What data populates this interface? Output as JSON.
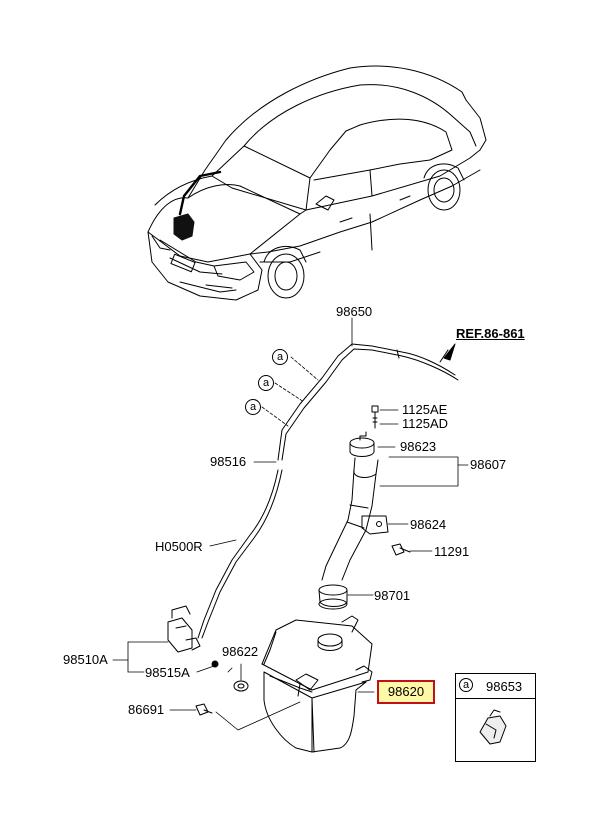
{
  "reference": "REF.86-861",
  "highlighted_part": "98620",
  "legend": {
    "symbol": "a",
    "part_number": "98653"
  },
  "callout_symbol": "a",
  "parts": {
    "p98650": "98650",
    "p1125AE": "1125AE",
    "p1125AD": "1125AD",
    "p98623": "98623",
    "p98607": "98607",
    "p98516": "98516",
    "p98624": "98624",
    "pH0500R": "H0500R",
    "p11291": "11291",
    "p98701": "98701",
    "p98510A": "98510A",
    "p98622": "98622",
    "p98515A": "98515A",
    "p86691": "86691"
  }
}
